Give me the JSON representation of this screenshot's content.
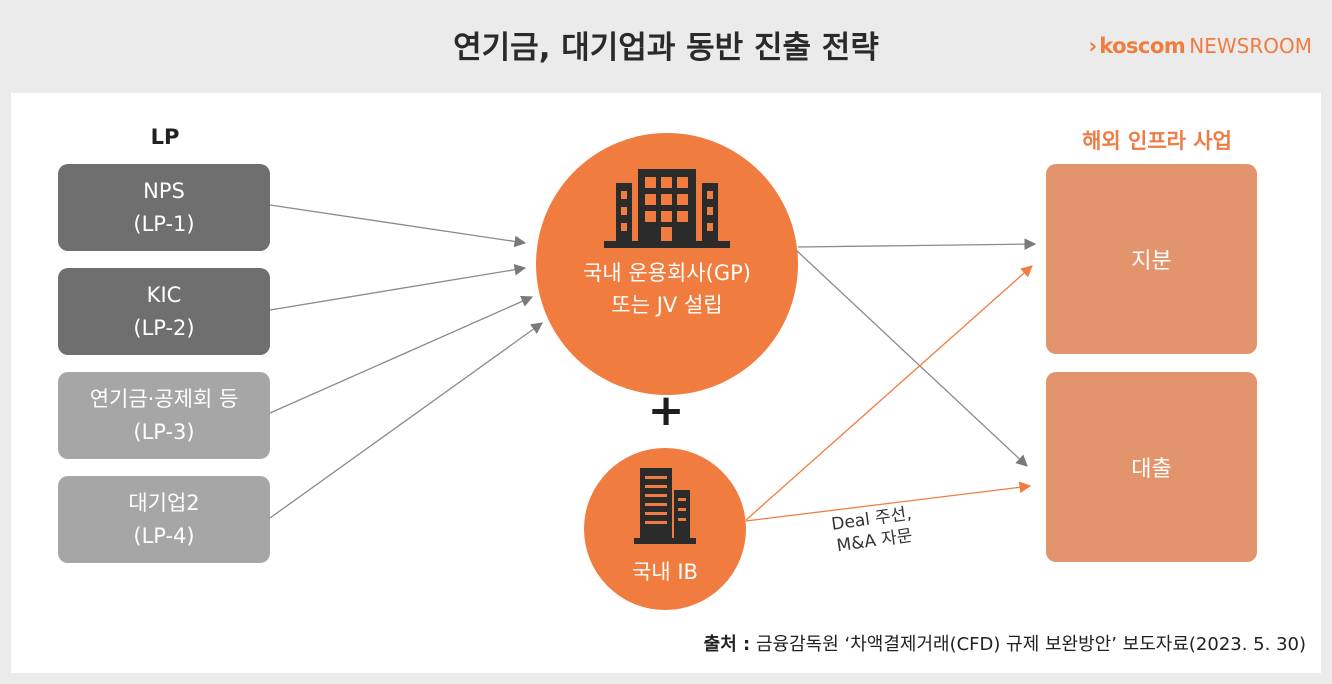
{
  "header": {
    "title": "연기금, 대기업과 동반 진출 전략",
    "brand_mark": "›",
    "brand_name": "koscom",
    "brand_sub": "NEWSROOM"
  },
  "lp_column": {
    "heading": "LP",
    "boxes": [
      {
        "line1": "NPS",
        "line2": "(LP-1)"
      },
      {
        "line1": "KIC",
        "line2": "(LP-2)"
      },
      {
        "line1": "연기금·공제회 등",
        "line2": "(LP-3)"
      },
      {
        "line1": "대기업2",
        "line2": "(LP-4)"
      }
    ]
  },
  "center": {
    "gp_line1": "국내 운용회사(GP)",
    "gp_line2": "또는 JV 설립",
    "plus": "+",
    "ib_label": "국내 IB"
  },
  "business_column": {
    "heading": "해외 인프라 사업",
    "boxes": [
      "지분",
      "대출"
    ]
  },
  "annotation": {
    "line1": "Deal 주선,",
    "line2": "M&A 자문"
  },
  "source": {
    "key": "출처 :",
    "text": "금융감독원 ‘차액결제거래(CFD) 규제 보완방안’ 보도자료(2023. 5. 30)"
  },
  "colors": {
    "accent": "#f07c3f",
    "biz_box": "#e2956c",
    "lp_dark": "#6f6f6f",
    "lp_light": "#a6a6a6"
  },
  "icons": [
    "office-building-icon",
    "tower-building-icon"
  ]
}
